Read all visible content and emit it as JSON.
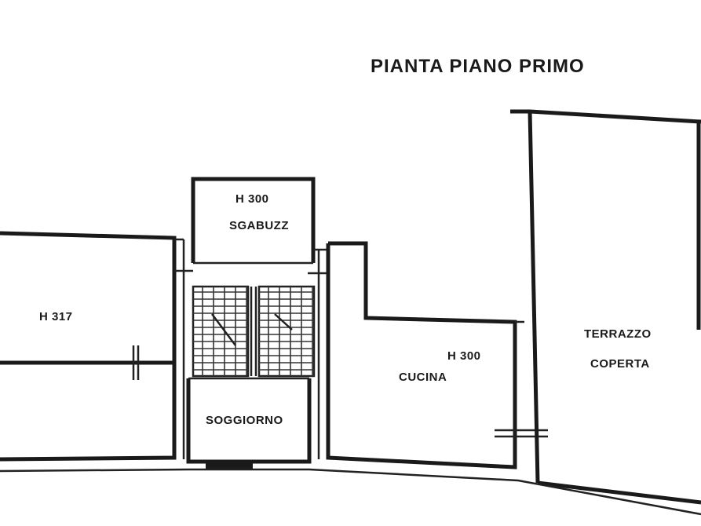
{
  "plan": {
    "title": "PIANTA PIANO PRIMO",
    "rooms": {
      "left": {
        "height": "H 317"
      },
      "stair": {
        "height": "H 300",
        "name": "SGABUZZ"
      },
      "bathroom": {
        "name": "SOGGIORNO"
      },
      "kitchen": {
        "height": "H 300",
        "name": "CUCINA"
      },
      "right": {
        "line1": "TERRAZZO",
        "line2": "COPERTA"
      }
    }
  }
}
